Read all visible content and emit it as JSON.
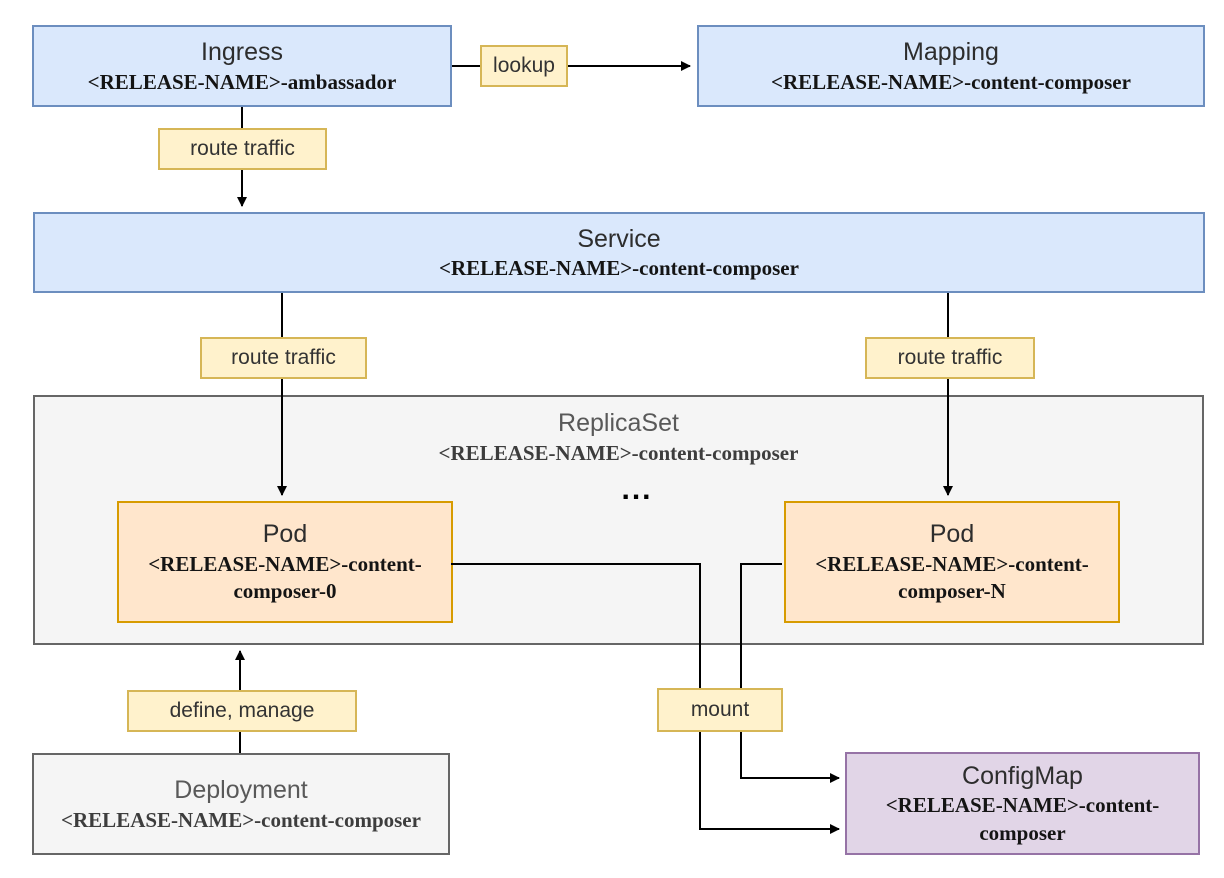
{
  "diagram": {
    "type": "kubernetes-helm-architecture-diagram",
    "background": "#ffffff",
    "nodes": {
      "ingress": {
        "title": "Ingress",
        "subtitle": "<RELEASE-NAME>-ambassador"
      },
      "mapping": {
        "title": "Mapping",
        "subtitle": "<RELEASE-NAME>-content-composer"
      },
      "service": {
        "title": "Service",
        "subtitle": "<RELEASE-NAME>-content-composer"
      },
      "replicaset": {
        "title": "ReplicaSet",
        "subtitle": "<RELEASE-NAME>-content-composer"
      },
      "pod_0": {
        "title": "Pod",
        "subtitle": "<RELEASE-NAME>-content-composer-0"
      },
      "pod_n": {
        "title": "Pod",
        "subtitle": "<RELEASE-NAME>-content-composer-N"
      },
      "deployment": {
        "title": "Deployment",
        "subtitle": "<RELEASE-NAME>-content-composer"
      },
      "configmap": {
        "title": "ConfigMap",
        "subtitle": "<RELEASE-NAME>-content-composer"
      }
    },
    "edge_labels": {
      "lookup": "lookup",
      "route_traffic": "route traffic",
      "define_manage": "define, manage",
      "mount": "mount"
    },
    "ellipsis": "...",
    "edges": [
      {
        "from": "ingress",
        "to": "mapping",
        "label": "lookup"
      },
      {
        "from": "ingress",
        "to": "service",
        "label": "route traffic"
      },
      {
        "from": "service",
        "to": "pod_0",
        "label": "route traffic"
      },
      {
        "from": "service",
        "to": "pod_n",
        "label": "route traffic"
      },
      {
        "from": "deployment",
        "to": "replicaset",
        "label": "define, manage"
      },
      {
        "from": "pod_0",
        "to": "configmap",
        "label": "mount"
      },
      {
        "from": "pod_n",
        "to": "configmap",
        "label": "mount"
      }
    ],
    "colors": {
      "blue_fill": "#dae8fc",
      "blue_stroke": "#6c8ebf",
      "orange_fill": "#ffe6cc",
      "orange_stroke": "#d79b00",
      "yellow_fill": "#fff2cc",
      "yellow_stroke": "#d6b656",
      "gray_fill": "#f5f5f5",
      "gray_stroke": "#666666",
      "purple_fill": "#e1d5e7",
      "purple_stroke": "#9673a6",
      "edge_stroke": "#000000"
    }
  }
}
